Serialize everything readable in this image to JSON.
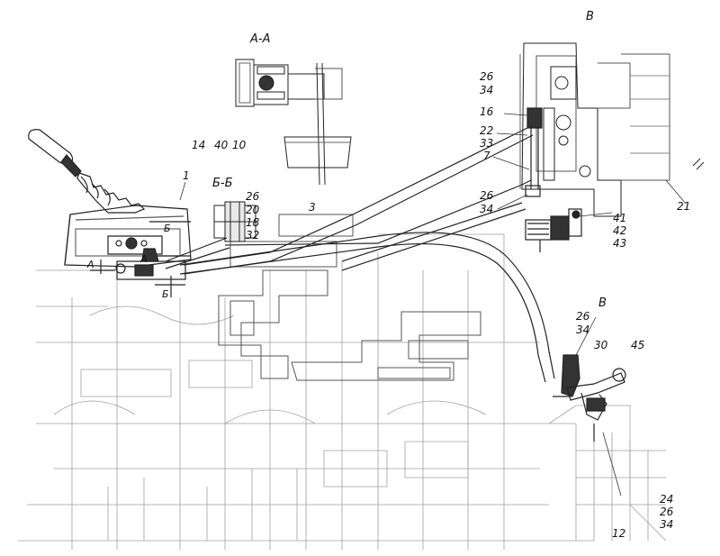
{
  "section_labels": {
    "aa": "А-А",
    "bb": "Б-Б",
    "v_top": "В",
    "v_mid": "В"
  },
  "markers": {
    "b_upper": "Б",
    "b_lower": "Б",
    "a_left": "А",
    "a_right": "А"
  },
  "callouts": {
    "c1": "1",
    "c14": "14",
    "c40": "40",
    "c10": "10",
    "c3": "3",
    "bb_group": [
      "26",
      "20",
      "18",
      "32"
    ],
    "top_group": [
      "26",
      "34"
    ],
    "c16": "16",
    "mid_group": [
      "22",
      "33",
      "7"
    ],
    "lower_group": [
      "26",
      "34"
    ],
    "right_group": [
      "41",
      "42",
      "43"
    ],
    "c21": "21",
    "v_group": [
      "26",
      "34"
    ],
    "c30": "30",
    "c45": "45",
    "bottom_group": [
      "24",
      "26",
      "34"
    ],
    "c12": "12"
  },
  "colors": {
    "line": "#222222",
    "faint": "#9a9a9a",
    "dark_fill": "#333333"
  }
}
